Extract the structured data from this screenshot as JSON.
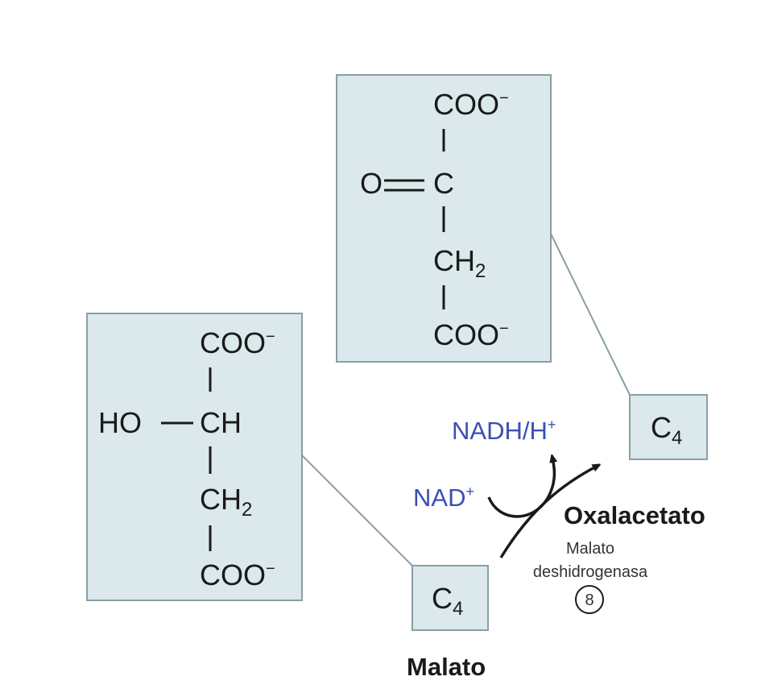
{
  "oxalacetato": {
    "top_group": "COO",
    "top_charge": "−",
    "carbonyl_o": "O",
    "carbonyl_c": "C",
    "ch2_c": "CH",
    "ch2_sub": "2",
    "bottom_group": "COO",
    "bottom_charge": "−",
    "carbon_badge": "C",
    "carbon_badge_sub": "4",
    "name": "Oxalacetato"
  },
  "malato": {
    "top_group": "COO",
    "top_charge": "−",
    "hydroxyl": "HO",
    "ch_c": "CH",
    "ch2_c": "CH",
    "ch2_sub": "2",
    "bottom_group": "COO",
    "bottom_charge": "−",
    "carbon_badge": "C",
    "carbon_badge_sub": "4",
    "name": "Malato"
  },
  "reaction": {
    "cofactor_in": "NAD",
    "cofactor_in_sup": "+",
    "cofactor_out": "NADH/H",
    "cofactor_out_sup": "+",
    "enzyme_line1": "Malato",
    "enzyme_line2": "deshidrogenasa",
    "step_number": "8"
  },
  "colors": {
    "box_fill": "#dbe9ec",
    "box_stroke": "#8a9ea3",
    "cofactor": "#3b4fb3",
    "text": "#1a1a1a"
  }
}
